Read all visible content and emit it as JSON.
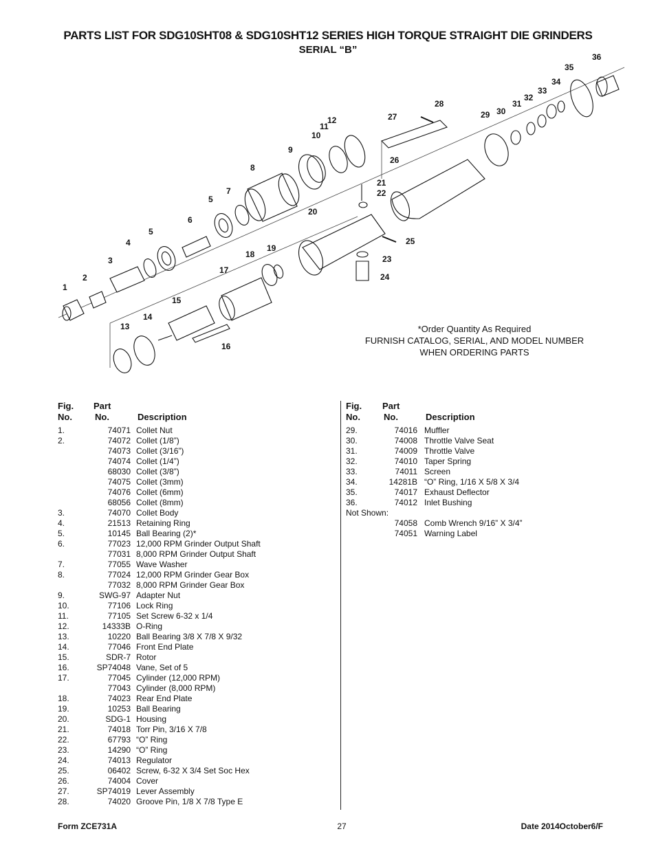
{
  "title": "PARTS LIST FOR SDG10SHT08 & SDG10SHT12 SERIES HIGH TORQUE STRAIGHT DIE GRINDERS",
  "subtitle": "SERIAL “B”",
  "order_note": {
    "line1": "*Order Quantity As Required",
    "line2": "FURNISH CATALOG, SERIAL, AND MODEL NUMBER",
    "line3": "WHEN ORDERING PARTS"
  },
  "callouts": [
    "1",
    "2",
    "3",
    "4",
    "5",
    "5",
    "6",
    "7",
    "8",
    "9",
    "10",
    "11",
    "12",
    "13",
    "14",
    "15",
    "16",
    "17",
    "18",
    "19",
    "20",
    "21",
    "22",
    "23",
    "24",
    "25",
    "26",
    "27",
    "28",
    "29",
    "30",
    "31",
    "32",
    "33",
    "34",
    "35",
    "36"
  ],
  "headers": {
    "fig_line1": "Fig.",
    "fig_line2": "No.",
    "part_line1": "Part",
    "part_line2": "No.",
    "description": "Description"
  },
  "left_rows": [
    {
      "fig": "1.",
      "part": "74071",
      "desc": "Collet Nut"
    },
    {
      "fig": "2.",
      "part": "74072",
      "desc": "Collet (1/8”)"
    },
    {
      "fig": "",
      "part": "74073",
      "desc": "Collet (3/16”)"
    },
    {
      "fig": "",
      "part": "74074",
      "desc": "Collet (1/4”)"
    },
    {
      "fig": "",
      "part": "68030",
      "desc": "Collet (3/8”)"
    },
    {
      "fig": "",
      "part": "74075",
      "desc": "Collet (3mm)"
    },
    {
      "fig": "",
      "part": "74076",
      "desc": "Collet (6mm)"
    },
    {
      "fig": "",
      "part": "68056",
      "desc": "Collet (8mm)"
    },
    {
      "fig": "3.",
      "part": "74070",
      "desc": "Collet Body"
    },
    {
      "fig": "4.",
      "part": "21513",
      "desc": "Retaining Ring"
    },
    {
      "fig": "5.",
      "part": "10145",
      "desc": "Ball Bearing (2)*"
    },
    {
      "fig": "6.",
      "part": "77023",
      "desc": "12,000 RPM Grinder Output Shaft"
    },
    {
      "fig": "",
      "part": "77031",
      "desc": "8,000 RPM Grinder Output Shaft"
    },
    {
      "fig": "7.",
      "part": "77055",
      "desc": "Wave Washer"
    },
    {
      "fig": "8.",
      "part": "77024",
      "desc": "12,000 RPM Grinder Gear Box"
    },
    {
      "fig": "",
      "part": "77032",
      "desc": "8,000 RPM Grinder Gear Box"
    },
    {
      "fig": "9.",
      "part": "SWG-97",
      "desc": "Adapter Nut"
    },
    {
      "fig": "10.",
      "part": "77106",
      "desc": "Lock Ring"
    },
    {
      "fig": "11.",
      "part": "77105",
      "desc": "Set Screw 6-32 x 1/4"
    },
    {
      "fig": "12.",
      "part": "14333B",
      "desc": "O-Ring"
    },
    {
      "fig": "13.",
      "part": "10220",
      "desc": "Ball Bearing 3/8 X 7/8 X 9/32"
    },
    {
      "fig": "14.",
      "part": "77046",
      "desc": "Front End Plate"
    },
    {
      "fig": "15.",
      "part": "SDR-7",
      "desc": "Rotor"
    },
    {
      "fig": "16.",
      "part": "SP74048",
      "desc": "Vane, Set of 5"
    },
    {
      "fig": "17.",
      "part": "77045",
      "desc": "Cylinder (12,000 RPM)"
    },
    {
      "fig": "",
      "part": "77043",
      "desc": "Cylinder (8,000 RPM)"
    },
    {
      "fig": "18.",
      "part": "74023",
      "desc": "Rear End Plate"
    },
    {
      "fig": "19.",
      "part": "10253",
      "desc": "Ball Bearing"
    },
    {
      "fig": "20.",
      "part": "SDG-1",
      "desc": "Housing"
    },
    {
      "fig": "21.",
      "part": "74018",
      "desc": "Torr Pin, 3/16 X 7/8"
    },
    {
      "fig": "22.",
      "part": "67793",
      "desc": "“O” Ring"
    },
    {
      "fig": "23.",
      "part": "14290",
      "desc": "“O” Ring"
    },
    {
      "fig": "24.",
      "part": "74013",
      "desc": "Regulator"
    },
    {
      "fig": "25.",
      "part": "06402",
      "desc": "Screw, 6-32 X 3/4 Set Soc Hex"
    },
    {
      "fig": "26.",
      "part": "74004",
      "desc": "Cover"
    },
    {
      "fig": "27.",
      "part": "SP74019",
      "desc": "Lever Assembly"
    },
    {
      "fig": "28.",
      "part": "74020",
      "desc": "Groove Pin, 1/8 X 7/8 Type E"
    }
  ],
  "right_rows": [
    {
      "fig": "29.",
      "part": "74016",
      "desc": "Muffler"
    },
    {
      "fig": "30.",
      "part": "74008",
      "desc": "Throttle Valve Seat"
    },
    {
      "fig": "31.",
      "part": "74009",
      "desc": "Throttle Valve"
    },
    {
      "fig": "32.",
      "part": "74010",
      "desc": "Taper Spring"
    },
    {
      "fig": "33.",
      "part": "74011",
      "desc": "Screen"
    },
    {
      "fig": "34.",
      "part": "14281B",
      "desc": "“O” Ring, 1/16 X 5/8 X 3/4"
    },
    {
      "fig": "35.",
      "part": "74017",
      "desc": "Exhaust Deflector"
    },
    {
      "fig": "36.",
      "part": "74012",
      "desc": "Inlet Bushing"
    },
    {
      "fig": "Not Shown:",
      "part": "",
      "desc": ""
    },
    {
      "fig": "",
      "part": "74058",
      "desc": "Comb Wrench 9/16” X 3/4”"
    },
    {
      "fig": "",
      "part": "74051",
      "desc": "Warning Label"
    }
  ],
  "footer": {
    "form": "Form ZCE731A",
    "page": "27",
    "date": "Date 2014October6/F"
  }
}
